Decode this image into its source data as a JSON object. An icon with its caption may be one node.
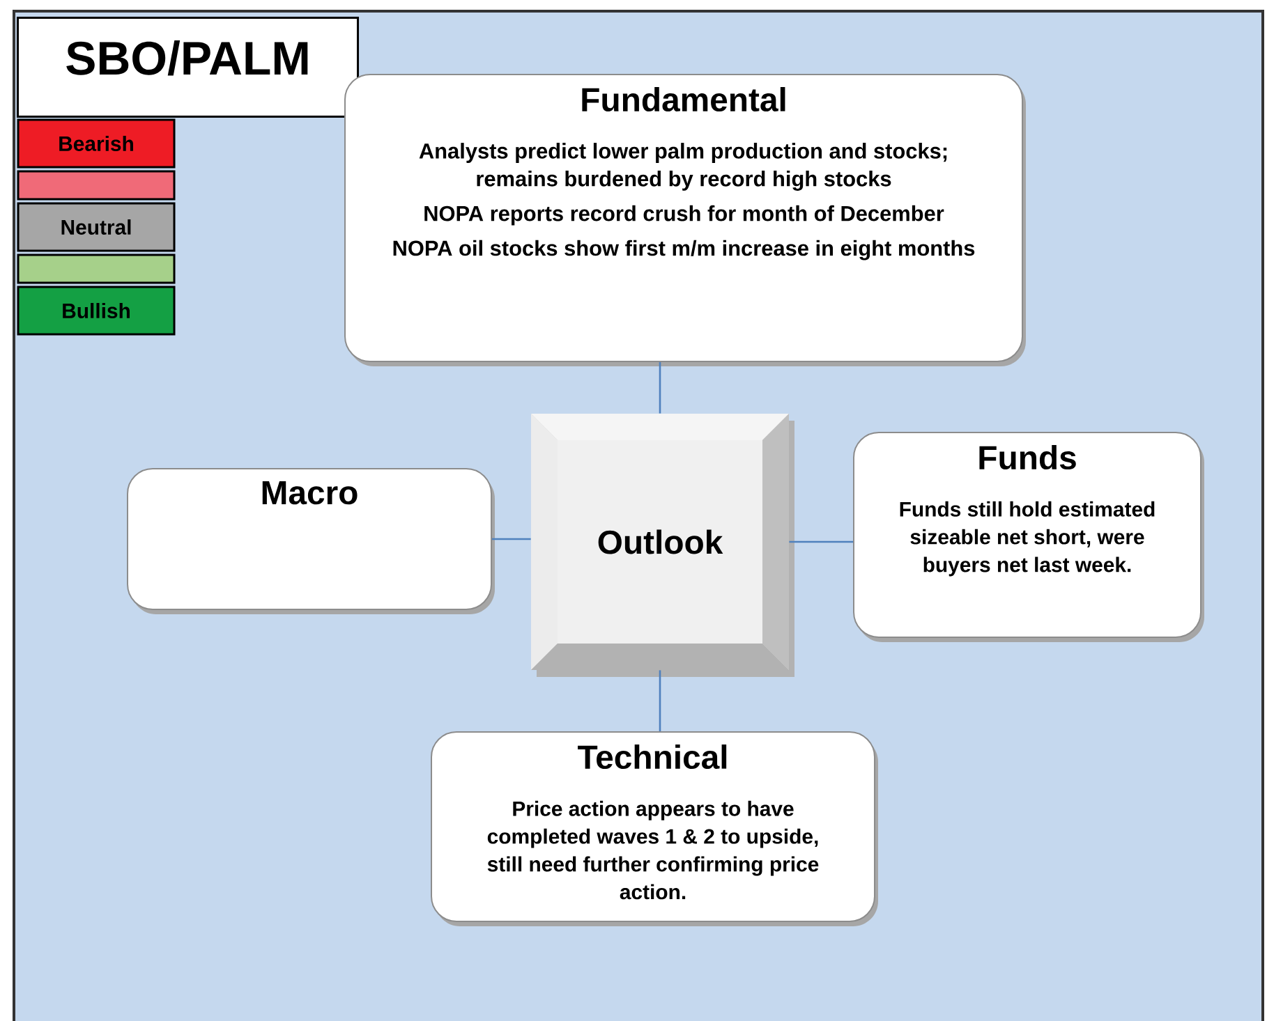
{
  "diagram": {
    "title": "SBO/PALM",
    "nodes": [
      {
        "text": [
          "Fundamental",
          "Analysts predict lower palm production and stocks;  remains burdened by record high stocks",
          "NOPA reports record crush for month of December",
          "NOPA oil stocks show first m/m increase in eight months"
        ]
      },
      {
        "text": [
          "Macro"
        ]
      },
      {
        "text": [
          "Outlook"
        ]
      },
      {
        "text": [
          "Funds",
          "Funds still hold estimated sizeable net short,  were buyers net last week."
        ]
      },
      {
        "text": [
          "Technical",
          "Price action appears to have completed waves 1 & 2 to upside, still need further confirming price action."
        ]
      }
    ],
    "edges": [
      {
        "from": 2,
        "to": 0,
        "arrow": "none"
      },
      {
        "from": 1,
        "to": 2,
        "arrow": "none"
      },
      {
        "from": 2,
        "to": 3,
        "arrow": "none"
      },
      {
        "from": 2,
        "to": 4,
        "arrow": "none"
      }
    ],
    "legend": [
      {
        "text": "Bearish",
        "color": "#ee1c25"
      },
      {
        "text": "Neutral",
        "color": "#a6a6a6"
      },
      {
        "text": "Bullish",
        "color": "#14a044"
      }
    ]
  }
}
